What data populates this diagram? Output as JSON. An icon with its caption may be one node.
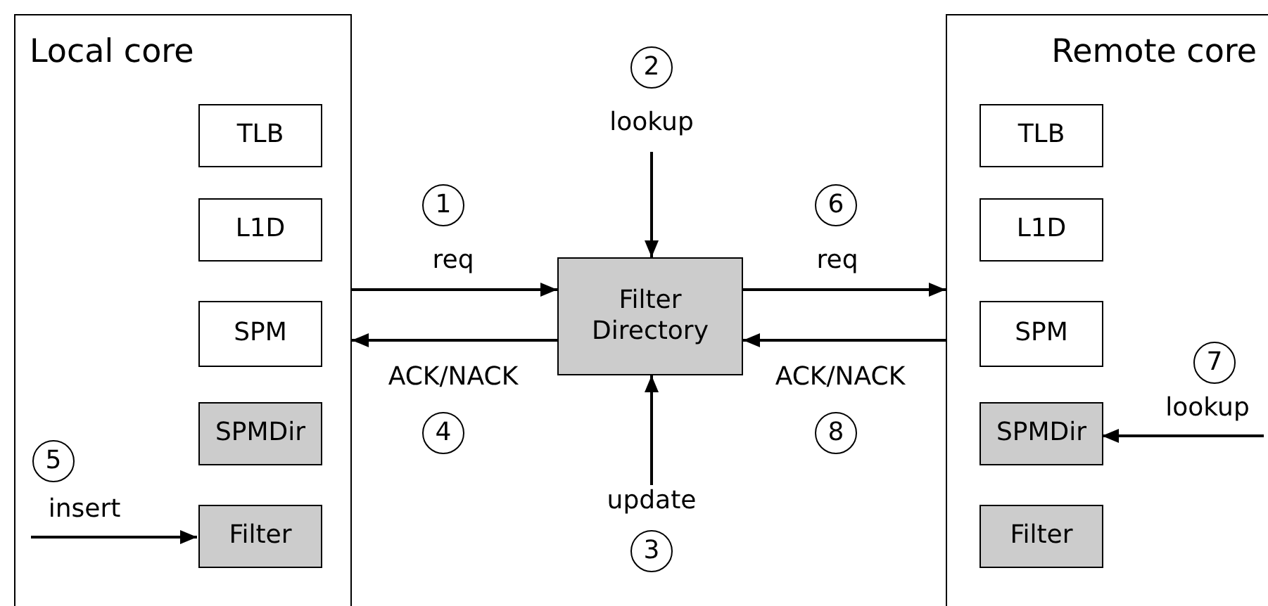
{
  "diagram": {
    "nodes": [
      {
        "text": [
          "Local core"
        ]
      },
      {
        "text": [
          "TLB"
        ],
        "in": 0
      },
      {
        "text": [
          "L1D"
        ],
        "in": 0
      },
      {
        "text": [
          "SPM"
        ],
        "in": 0
      },
      {
        "text": [
          "SPMDir"
        ],
        "in": 0
      },
      {
        "text": [
          "Filter"
        ],
        "in": 0
      },
      {
        "text": [
          "2"
        ]
      },
      {
        "text": [
          "1"
        ]
      },
      {
        "text": [
          "6"
        ]
      },
      {
        "text": [
          "Filter Directory"
        ]
      },
      {
        "text": [
          "Remote core"
        ]
      },
      {
        "text": [
          "TLB"
        ],
        "in": 10
      },
      {
        "text": [
          "L1D"
        ],
        "in": 10
      },
      {
        "text": [
          "SPM"
        ],
        "in": 10
      },
      {
        "text": [
          "SPMDir"
        ],
        "in": 10
      },
      {
        "text": [
          "Filter"
        ],
        "in": 10
      },
      {
        "text": [
          "7"
        ],
        "in": 10
      },
      {
        "text": [
          "4"
        ]
      },
      {
        "text": [
          "8"
        ]
      },
      {
        "text": [
          "5"
        ],
        "in": 0
      },
      {
        "text": [
          "3"
        ]
      }
    ],
    "edges": [
      {
        "from": 0,
        "to": 9,
        "arrow": "to",
        "label": "req"
      },
      {
        "from": 9,
        "to": 0,
        "arrow": "to",
        "label": "ACK/NACK"
      },
      {
        "from": 9,
        "to": 10,
        "arrow": "to",
        "label": "req"
      },
      {
        "from": 10,
        "to": 9,
        "arrow": "to",
        "label": "ACK/NACK"
      },
      {
        "from": null,
        "to": 9,
        "arrow": "to",
        "label": "lookup"
      },
      {
        "from": null,
        "to": 9,
        "arrow": "to",
        "label": "update"
      },
      {
        "from": null,
        "to": 5,
        "arrow": "to",
        "label": "insert"
      },
      {
        "from": null,
        "to": 14,
        "arrow": "to",
        "label": "lookup"
      }
    ]
  }
}
